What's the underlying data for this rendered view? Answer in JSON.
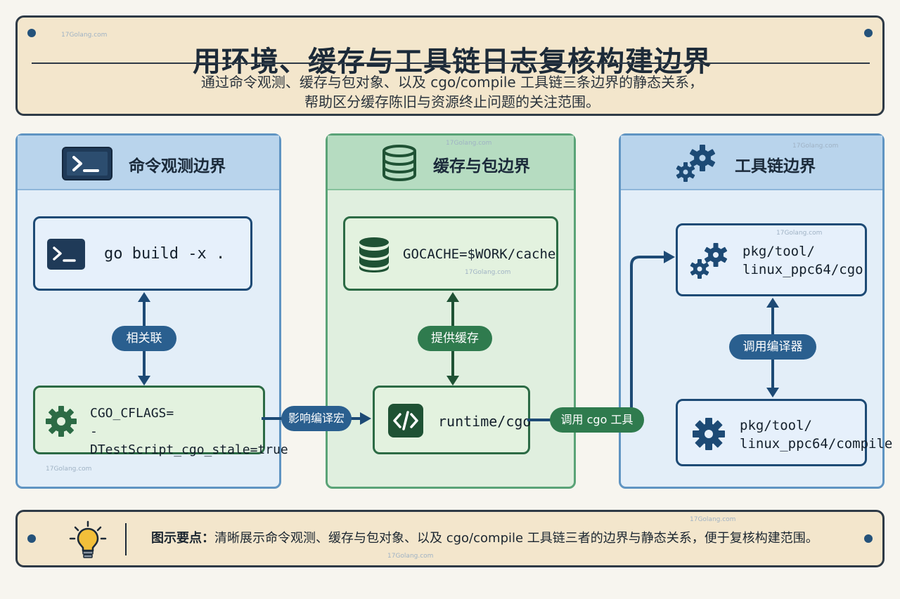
{
  "header": {
    "title": "用环境、缓存与工具链日志复核构建边界",
    "subtitle_line1": "通过命令观测、缓存与包对象、以及 cgo/compile 工具链三条边界的静态关系，",
    "subtitle_line2": "帮助区分缓存陈旧与资源终止问题的关注范围。"
  },
  "panels": {
    "command": {
      "title": "命令观测边界",
      "icon": "terminal-icon",
      "node_top": "go build -x .",
      "link_label": "相关联",
      "node_bottom_line1": "CGO_CFLAGS=",
      "node_bottom_line2": "-DTestScript_cgo_stale=true"
    },
    "cache": {
      "title": "缓存与包边界",
      "icon": "database-icon",
      "node_top": "GOCACHE=$WORK/cache",
      "link_label": "提供缓存",
      "node_bottom": "runtime/cgo"
    },
    "toolchain": {
      "title": "工具链边界",
      "icon": "gears-icon",
      "node_top_line1": "pkg/tool/",
      "node_top_line2": "linux_ppc64/cgo",
      "link_label": "调用编译器",
      "node_bottom_line1": "pkg/tool/",
      "node_bottom_line2": "linux_ppc64/compile"
    }
  },
  "cross_links": {
    "command_to_cache": "影响编译宏",
    "cache_to_toolchain": "调用 cgo 工具"
  },
  "note": {
    "label": "图示要点：",
    "text": "清晰展示命令观测、缓存与包对象、以及 cgo/compile 工具链三者的边界与静态关系，便于复核构建范围。"
  },
  "watermark": "17Golang.com",
  "colors": {
    "accent_blue": "#2a5f8f",
    "accent_green": "#2f7b4e",
    "header_bg": "#f3e6cc",
    "panel_blue_bg": "#e3eef8",
    "panel_green_bg": "#e0efdf"
  }
}
